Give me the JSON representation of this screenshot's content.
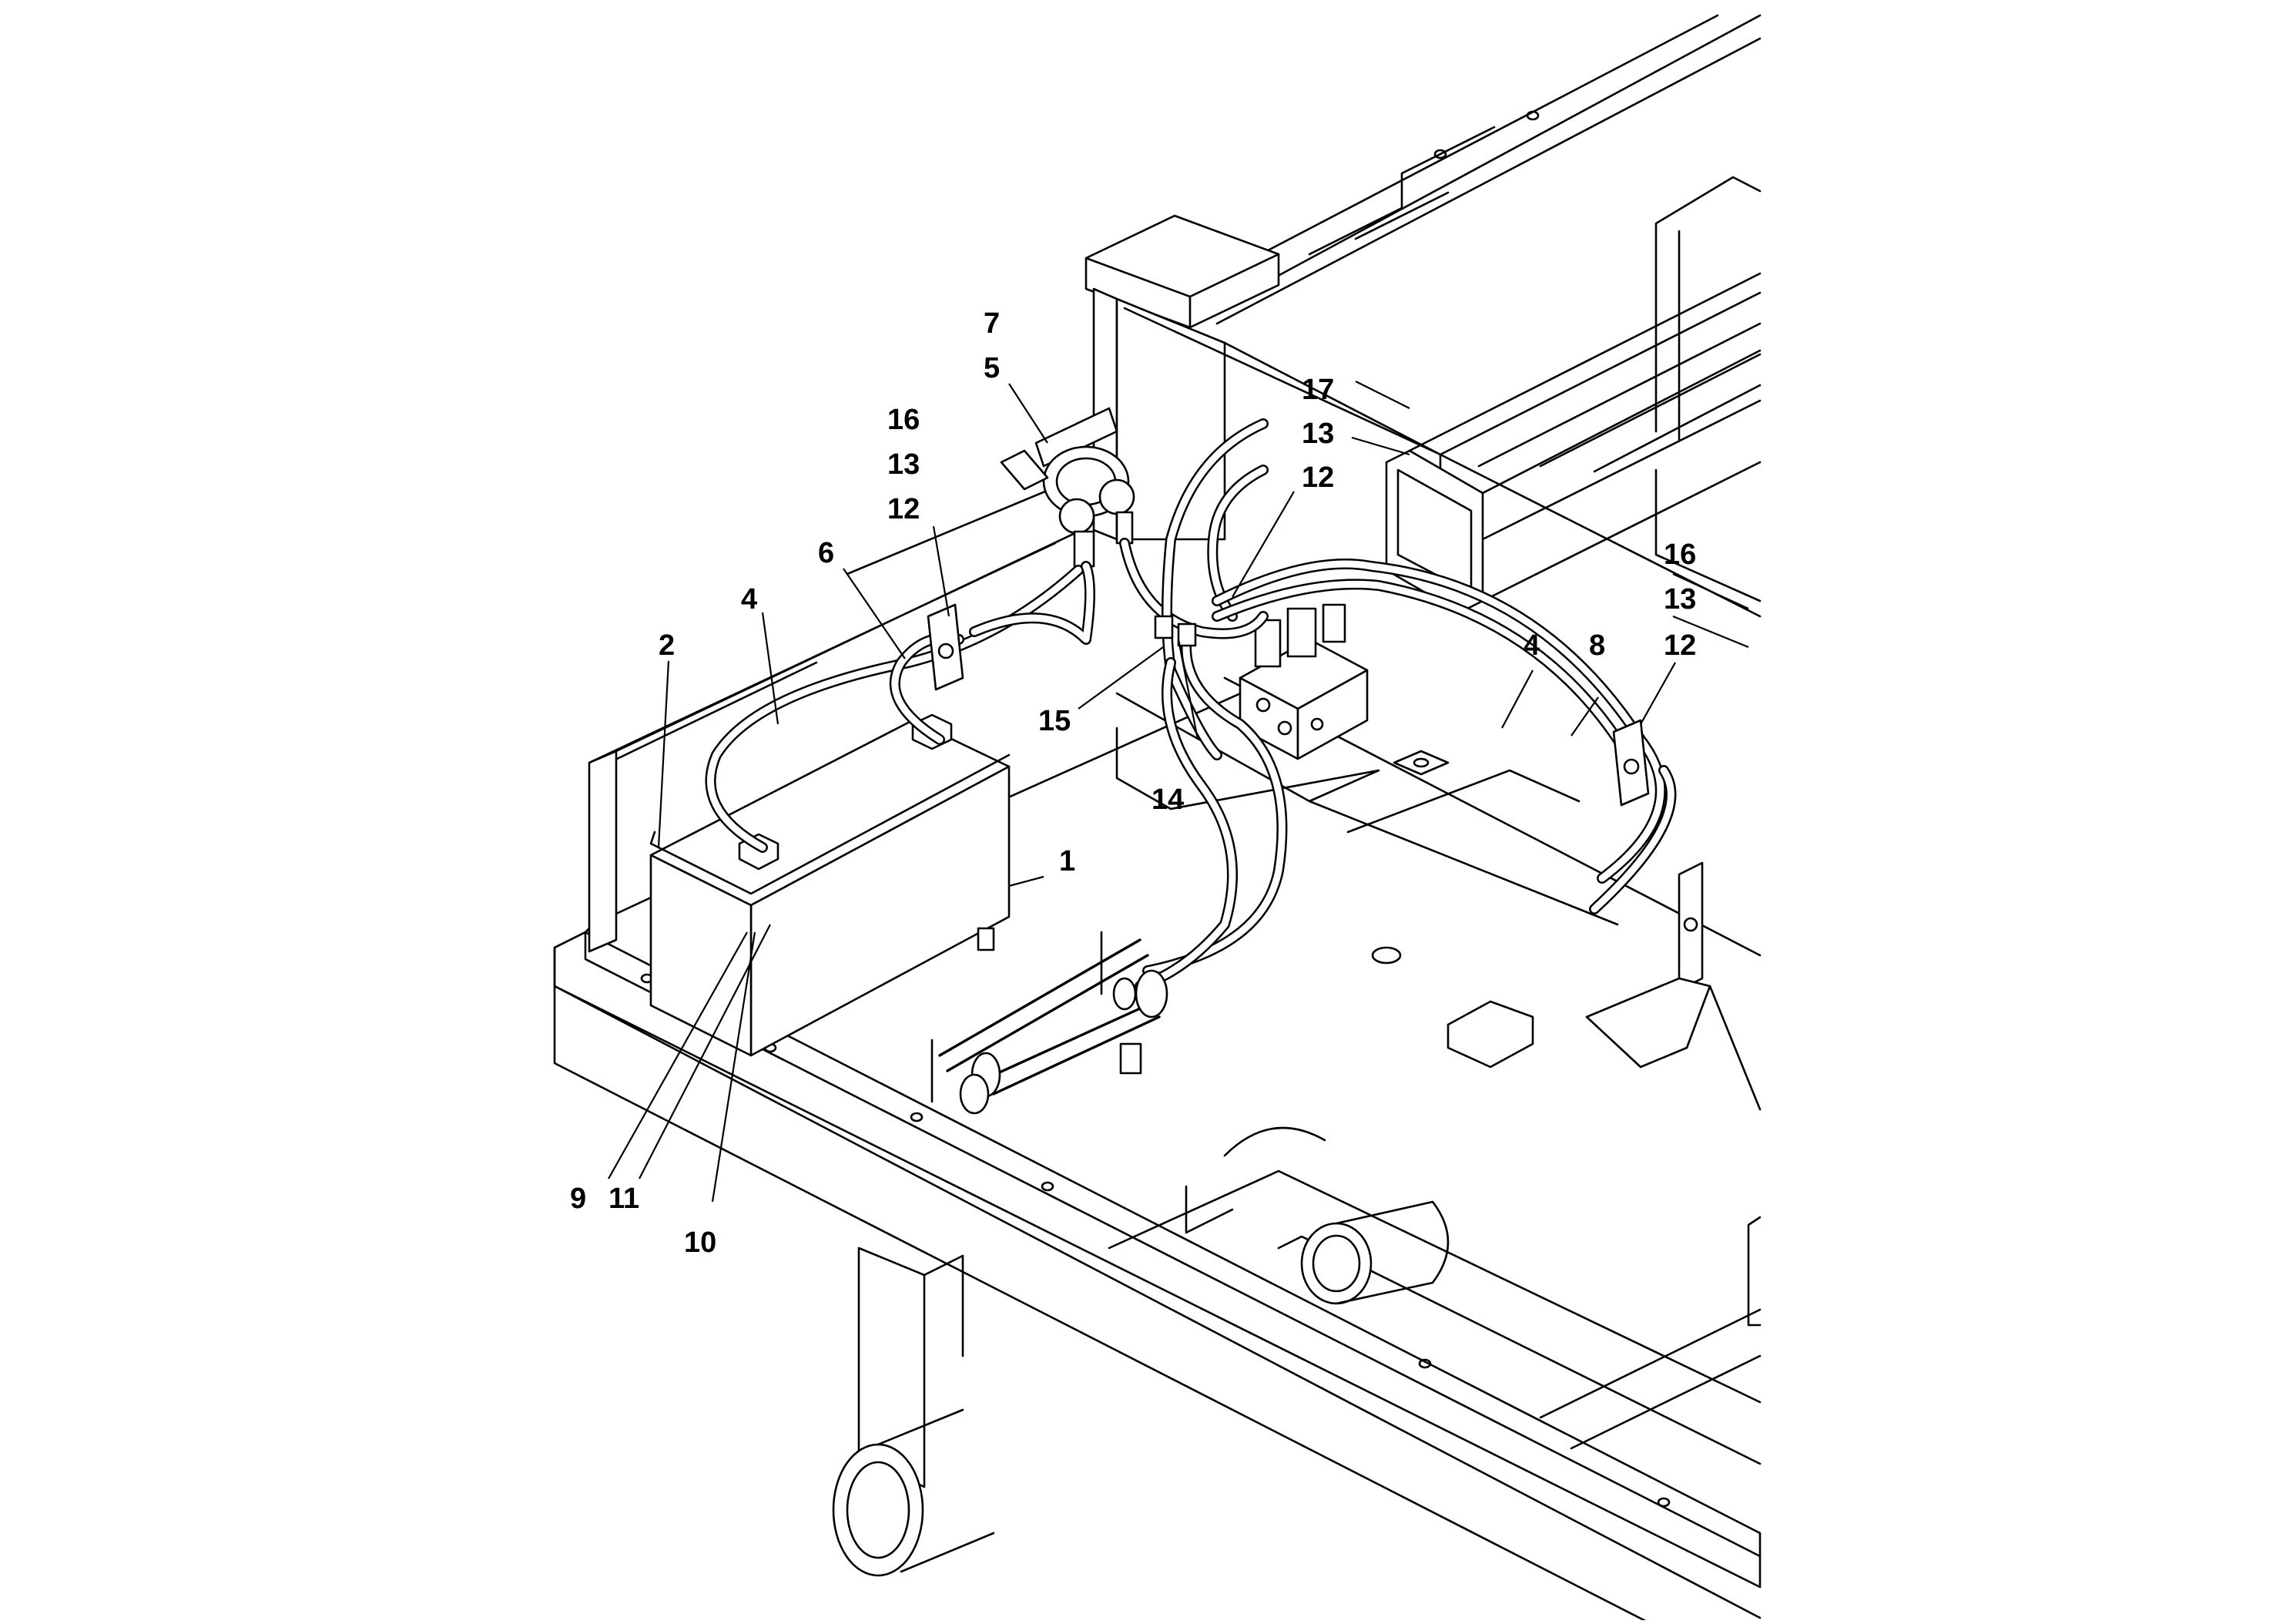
{
  "diagram": {
    "callouts": [
      {
        "id": "c1",
        "text": "1"
      },
      {
        "id": "c2",
        "text": "2"
      },
      {
        "id": "c4a",
        "text": "4"
      },
      {
        "id": "c4b",
        "text": "4"
      },
      {
        "id": "c5",
        "text": "5"
      },
      {
        "id": "c6",
        "text": "6"
      },
      {
        "id": "c7",
        "text": "7"
      },
      {
        "id": "c8",
        "text": "8"
      },
      {
        "id": "c9",
        "text": "9"
      },
      {
        "id": "c10",
        "text": "10"
      },
      {
        "id": "c11",
        "text": "11"
      },
      {
        "id": "c12a",
        "text": "12"
      },
      {
        "id": "c12b",
        "text": "12"
      },
      {
        "id": "c12c",
        "text": "12"
      },
      {
        "id": "c13a",
        "text": "13"
      },
      {
        "id": "c13b",
        "text": "13"
      },
      {
        "id": "c13c",
        "text": "13"
      },
      {
        "id": "c14",
        "text": "14"
      },
      {
        "id": "c15",
        "text": "15"
      },
      {
        "id": "c16a",
        "text": "16"
      },
      {
        "id": "c16b",
        "text": "16"
      },
      {
        "id": "c17",
        "text": "17"
      }
    ]
  }
}
